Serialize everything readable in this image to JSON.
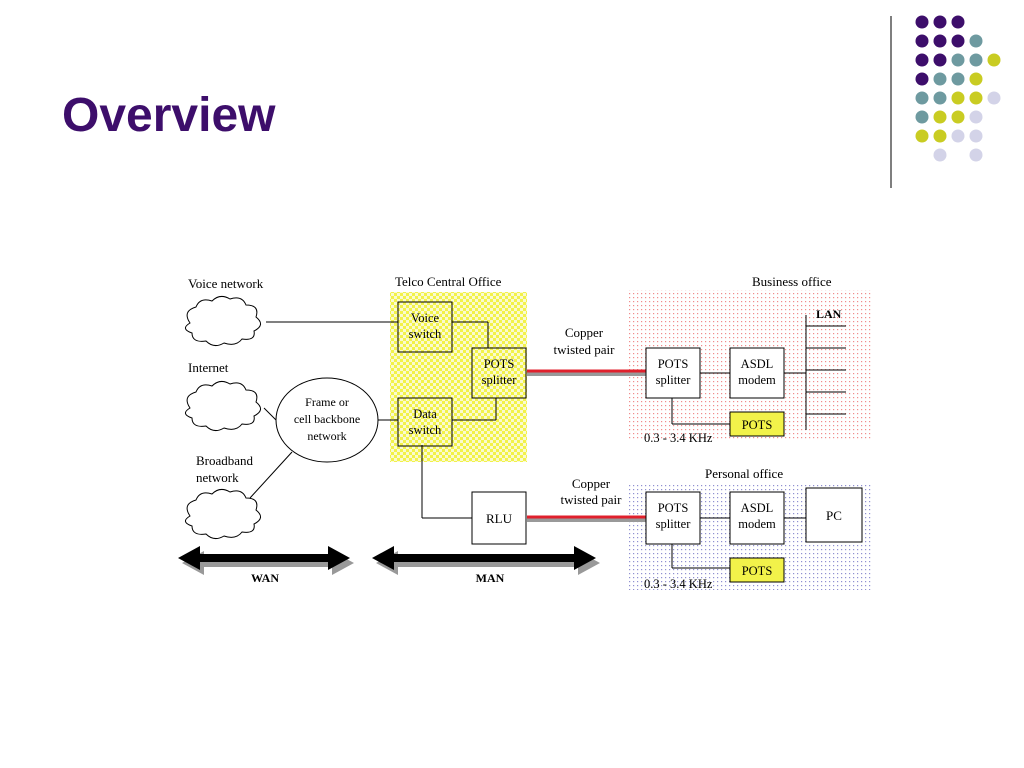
{
  "slide": {
    "title": "Overview"
  },
  "decoration": {
    "colors": {
      "purple": "#3d0e6b",
      "teal": "#6e9aa0",
      "lime": "#c9cc22",
      "lavender": "#d3d3e8",
      "rule": "#555555"
    }
  },
  "diagram": {
    "regions": {
      "wan": "WAN",
      "man": "MAN",
      "telco": "Telco Central Office",
      "business": "Business office",
      "personal": "Personal office"
    },
    "clouds": {
      "voice": "Voice network",
      "internet": "Internet",
      "broadband_1": "Broadband",
      "broadband_2": "network"
    },
    "backbone": [
      "Frame or",
      "cell backbone",
      "network"
    ],
    "telco_boxes": {
      "voice_switch": [
        "Voice",
        "switch"
      ],
      "data_switch": [
        "Data",
        "switch"
      ],
      "pots_splitter": [
        "POTS",
        "splitter"
      ]
    },
    "rlu": "RLU",
    "copper": [
      "Copper",
      "twisted pair"
    ],
    "business": {
      "pots_splitter": [
        "POTS",
        "splitter"
      ],
      "asdl_modem": [
        "ASDL",
        "modem"
      ],
      "pots": "POTS",
      "band": "0.3 - 3.4 KHz",
      "lan": "LAN"
    },
    "personal": {
      "pots_splitter": [
        "POTS",
        "splitter"
      ],
      "asdl_modem": [
        "ASDL",
        "modem"
      ],
      "pots": "POTS",
      "band": "0.3 - 3.4 KHz",
      "pc": "PC"
    },
    "colors": {
      "telco_fill": "#f2f24a",
      "business_dots": "#f08c8c",
      "personal_dots": "#9090d0",
      "copper_line": "#e0202c"
    }
  }
}
